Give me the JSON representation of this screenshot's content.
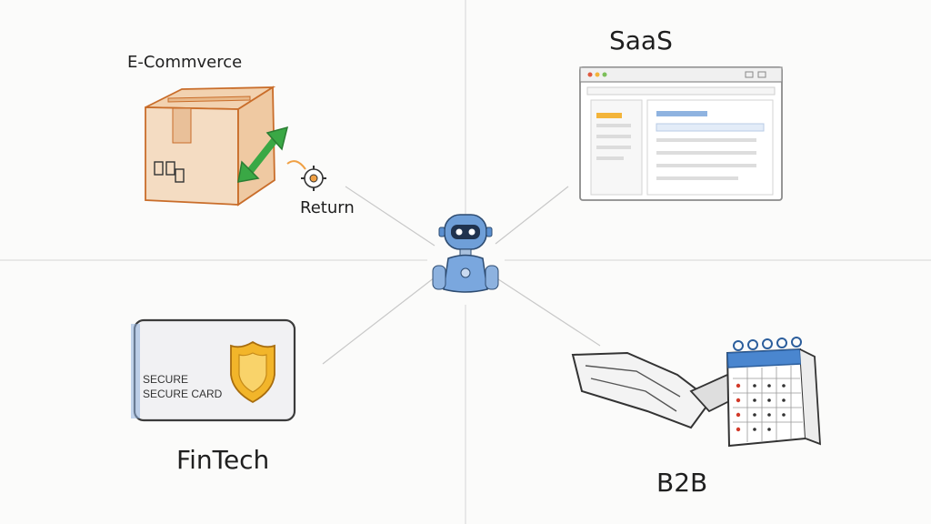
{
  "labels": {
    "ecommerce": "E-Commverce",
    "return": "Return",
    "saas": "SaaS",
    "fintech": "FinTech",
    "b2b": "B2B"
  },
  "card": {
    "line1": "SECURE",
    "line2": "SECURE CARD"
  },
  "icons": {
    "center": "robot-icon",
    "ecommerce": "package-box-icon",
    "return": "return-arrow-icon",
    "saas": "browser-window-icon",
    "fintech": "secure-card-icon",
    "b2b": "handshake-calendar-icon"
  },
  "colors": {
    "box": "#e08a3c",
    "arrow": "#3aa845",
    "robot": "#5a8fd0",
    "shield": "#f2b52a",
    "calendar": "#4a86cf",
    "calendar_red": "#d23a2a"
  }
}
